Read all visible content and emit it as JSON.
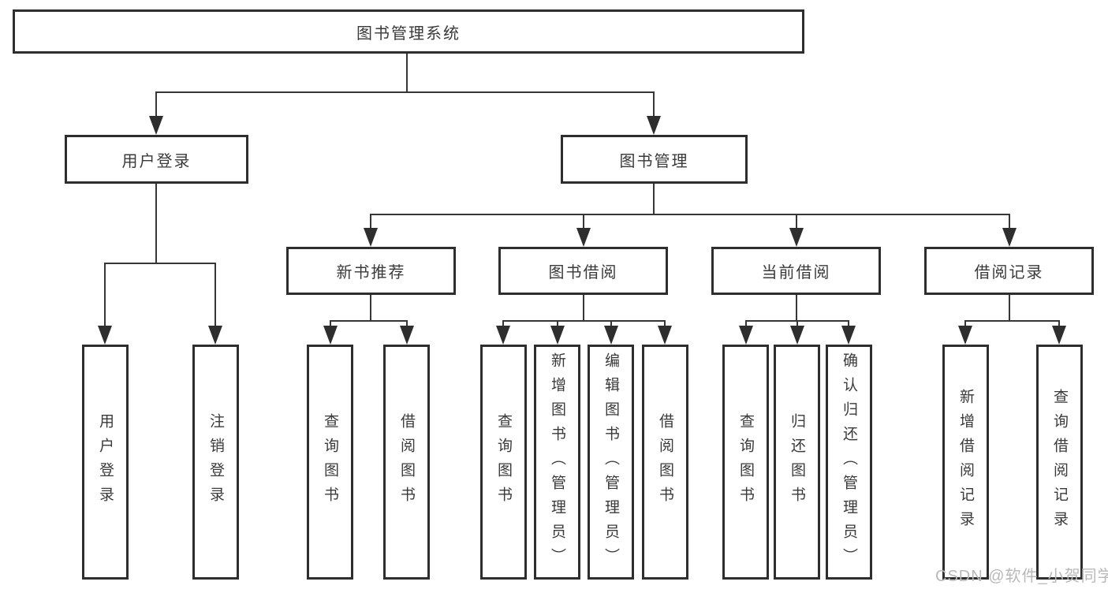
{
  "tree": {
    "root": "图书管理系统",
    "branches": [
      {
        "label": "用户登录",
        "children": [
          "用户登录",
          "注销登录"
        ]
      },
      {
        "label": "图书管理",
        "sections": [
          {
            "label": "新书推荐",
            "children": [
              "查询图书",
              "借阅图书"
            ]
          },
          {
            "label": "图书借阅",
            "children": [
              "查询图书",
              "新增图书（管理员）",
              "编辑图书（管理员）",
              "借阅图书"
            ]
          },
          {
            "label": "当前借阅",
            "children": [
              "查询图书",
              "归还图书",
              "确认归还（管理员）"
            ]
          },
          {
            "label": "借阅记录",
            "children": [
              "新增借阅记录",
              "查询借阅记录"
            ]
          }
        ]
      }
    ]
  },
  "watermark": "CSDN @软件_小贺同学",
  "colors": {
    "line": "#363636",
    "border": "#2e2e2e",
    "text": "#3a3a3a",
    "watermark": "#b9b9b9",
    "background": "#ffffff"
  }
}
